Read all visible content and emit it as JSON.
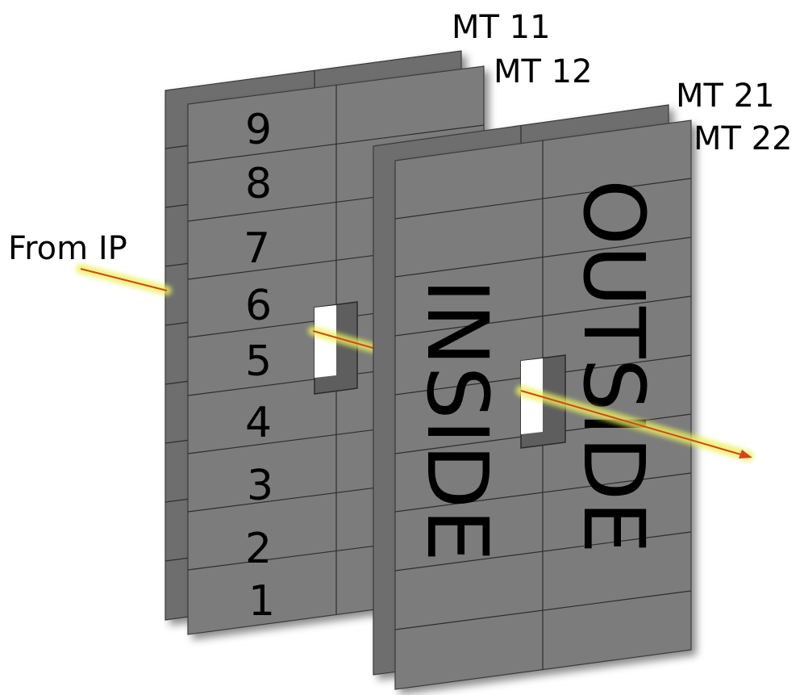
{
  "labels": {
    "mt11": "MT 11",
    "mt12": "MT 12",
    "mt21": "MT 21",
    "mt22": "MT 22",
    "from_ip": "From IP"
  },
  "rows": [
    "9",
    "8",
    "7",
    "6",
    "5",
    "4",
    "3",
    "2",
    "1"
  ],
  "words": {
    "inside": "INSIDE",
    "outside": "OUTSIDE"
  },
  "colors": {
    "plate": "#7b7b7b",
    "track": "#d8431f",
    "glow": "#e8f25a"
  }
}
